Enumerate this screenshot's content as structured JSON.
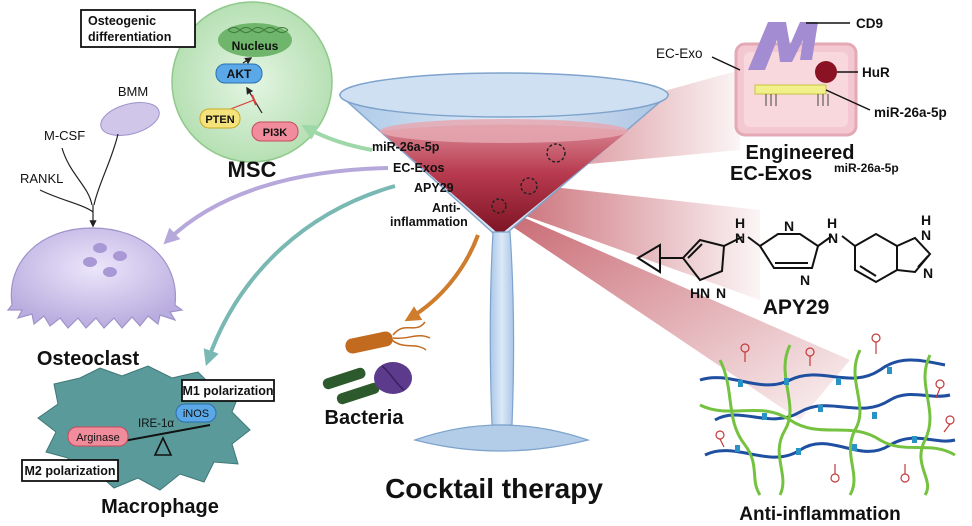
{
  "title": "Cocktail therapy",
  "glass_labels": [
    "miR-26a-5p",
    "EC-Exos",
    "APY29",
    "Anti-",
    "inflammation"
  ],
  "msc": {
    "label": "MSC",
    "box_line1": "Osteogenic",
    "box_line2": "differentiation",
    "nucleus": "Nucleus",
    "akt": "AKT",
    "pten": "PTEN",
    "pi3k": "PI3K"
  },
  "osteoclast": {
    "label": "Osteoclast",
    "bmm": "BMM",
    "mcsf": "M-CSF",
    "rankl": "RANKL"
  },
  "macrophage": {
    "label": "Macrophage",
    "m1": "M1 polarization",
    "m2": "M2 polarization",
    "inos": "iNOS",
    "arginase": "Arginase",
    "ire": "IRE-1α"
  },
  "bacteria": {
    "label": "Bacteria"
  },
  "exosome": {
    "ec_exo": "EC-Exo",
    "cd9": "CD9",
    "hur": "HuR",
    "mir": "miR-26a-5p",
    "eng1": "Engineered",
    "eng2": "EC-Exos",
    "eng_sup": "miR-26a-5p"
  },
  "apy29": {
    "label": "APY29"
  },
  "anti": {
    "label": "Anti-inflammation"
  },
  "colors": {
    "msc_arrow": "#9fd8a8",
    "osteoclast_arrow": "#b7a8dc",
    "macrophage_arrow": "#7ab8b4",
    "bacteria_arrow": "#cf7d2c",
    "beam": "#b5323f",
    "liquid": "#b83a4f"
  }
}
